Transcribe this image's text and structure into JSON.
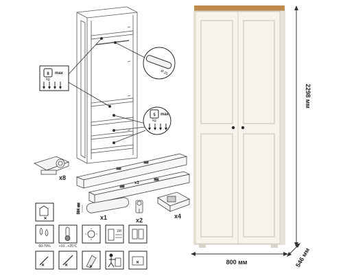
{
  "dimensions": {
    "height": "2298 мм",
    "width": "800 мм",
    "depth": "546 мм"
  },
  "load_limits": {
    "rail_weight": "8",
    "rail_unit": "kg",
    "rail_max": "max",
    "shelf_weight": "5",
    "shelf_unit": "kg",
    "shelf_max": "max"
  },
  "rail_detail_label": "Ø 25",
  "hardware": {
    "hinge_qty": "x8",
    "slides_qty": "x3",
    "rail_qty": "x1",
    "rail_holder_qty": "x2",
    "foot_qty": "x4",
    "rail_length": "564 мм"
  },
  "care": {
    "humidity": "60-70%",
    "temperature": "+10...+25°C",
    "distance": "1М"
  },
  "colors": {
    "body": "#f2efe6",
    "top": "#c08a4c",
    "line": "#333333",
    "accent": "#ffffff"
  }
}
